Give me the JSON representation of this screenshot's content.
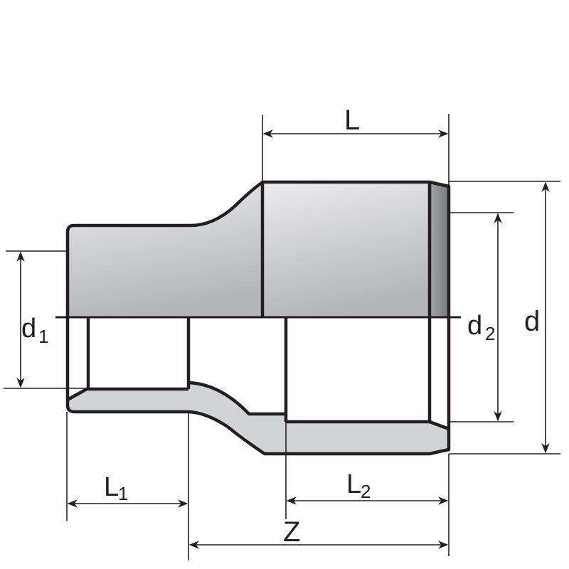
{
  "diagram": {
    "type": "pipe reducer fitting cross-section (half section view)",
    "colors": {
      "line": "#231f20",
      "body_light": "#e6e7e9",
      "body_dark": "#b6b7ba",
      "section_fill": "#d1d3d4",
      "chamfer_dark": "#8a8b8e"
    },
    "dimensions": {
      "L": {
        "label": "L",
        "sub": ""
      },
      "d": {
        "label": "d",
        "sub": ""
      },
      "d1": {
        "label": "d",
        "sub": "1"
      },
      "d2": {
        "label": "d",
        "sub": "2"
      },
      "L1": {
        "label": "L",
        "sub": "1"
      },
      "L2": {
        "label": "L",
        "sub": "2"
      },
      "Z": {
        "label": "Z",
        "sub": ""
      }
    }
  }
}
